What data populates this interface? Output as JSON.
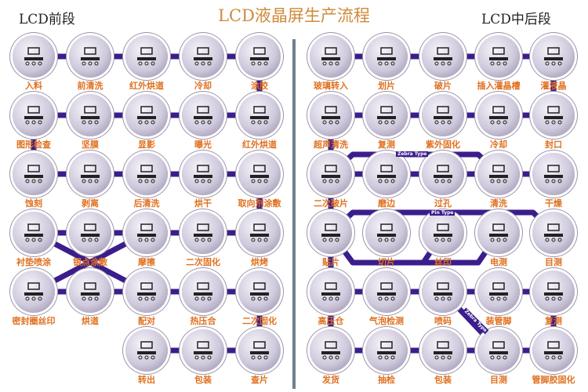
{
  "title": "LCD液晶屏生产流程",
  "left_section": {
    "title": "LCD前段",
    "rows": [
      [
        "入料",
        "前清洗",
        "红外烘道",
        "冷却",
        "涂胶"
      ],
      [
        "图形检查",
        "坚膜",
        "显影",
        "曝光",
        "红外烘道"
      ],
      [
        "蚀刻",
        "剥离",
        "后清洗",
        "烘干",
        "取向剂涂敷"
      ],
      [
        "衬垫喷涂",
        "银点涂敷",
        "摩擦",
        "二次固化",
        "烘烤"
      ],
      [
        "密封圈丝印",
        "烘道",
        "配对",
        "热压合",
        "二次固化"
      ],
      [
        "",
        "",
        "转出",
        "包装",
        "查片"
      ]
    ]
  },
  "right_section": {
    "title": "LCD中后段",
    "rows": [
      [
        "玻璃转入",
        "划片",
        "破片",
        "插入灌晶槽",
        "灌液晶"
      ],
      [
        "超声清洗",
        "复测",
        "紫外固化",
        "冷却",
        "封口"
      ],
      [
        "二次破片",
        "磨边",
        "过孔",
        "清洗",
        "干燥"
      ],
      [
        "贴片",
        "切片",
        "丝印",
        "电测",
        "目测"
      ],
      [
        "高压仓",
        "气泡检测",
        "喷码",
        "装管脚",
        "复测"
      ],
      [
        "发货",
        "抽检",
        "包装",
        "目测",
        "管脚胶固化"
      ]
    ]
  },
  "route_labels": {
    "zebra_top": "Zebra Type",
    "pin": "Pin Type",
    "zebra_bottom": "Zebra Type"
  },
  "colors": {
    "line": "#3b1d8c",
    "label": "#e0701e",
    "title": "#d08a3a"
  }
}
